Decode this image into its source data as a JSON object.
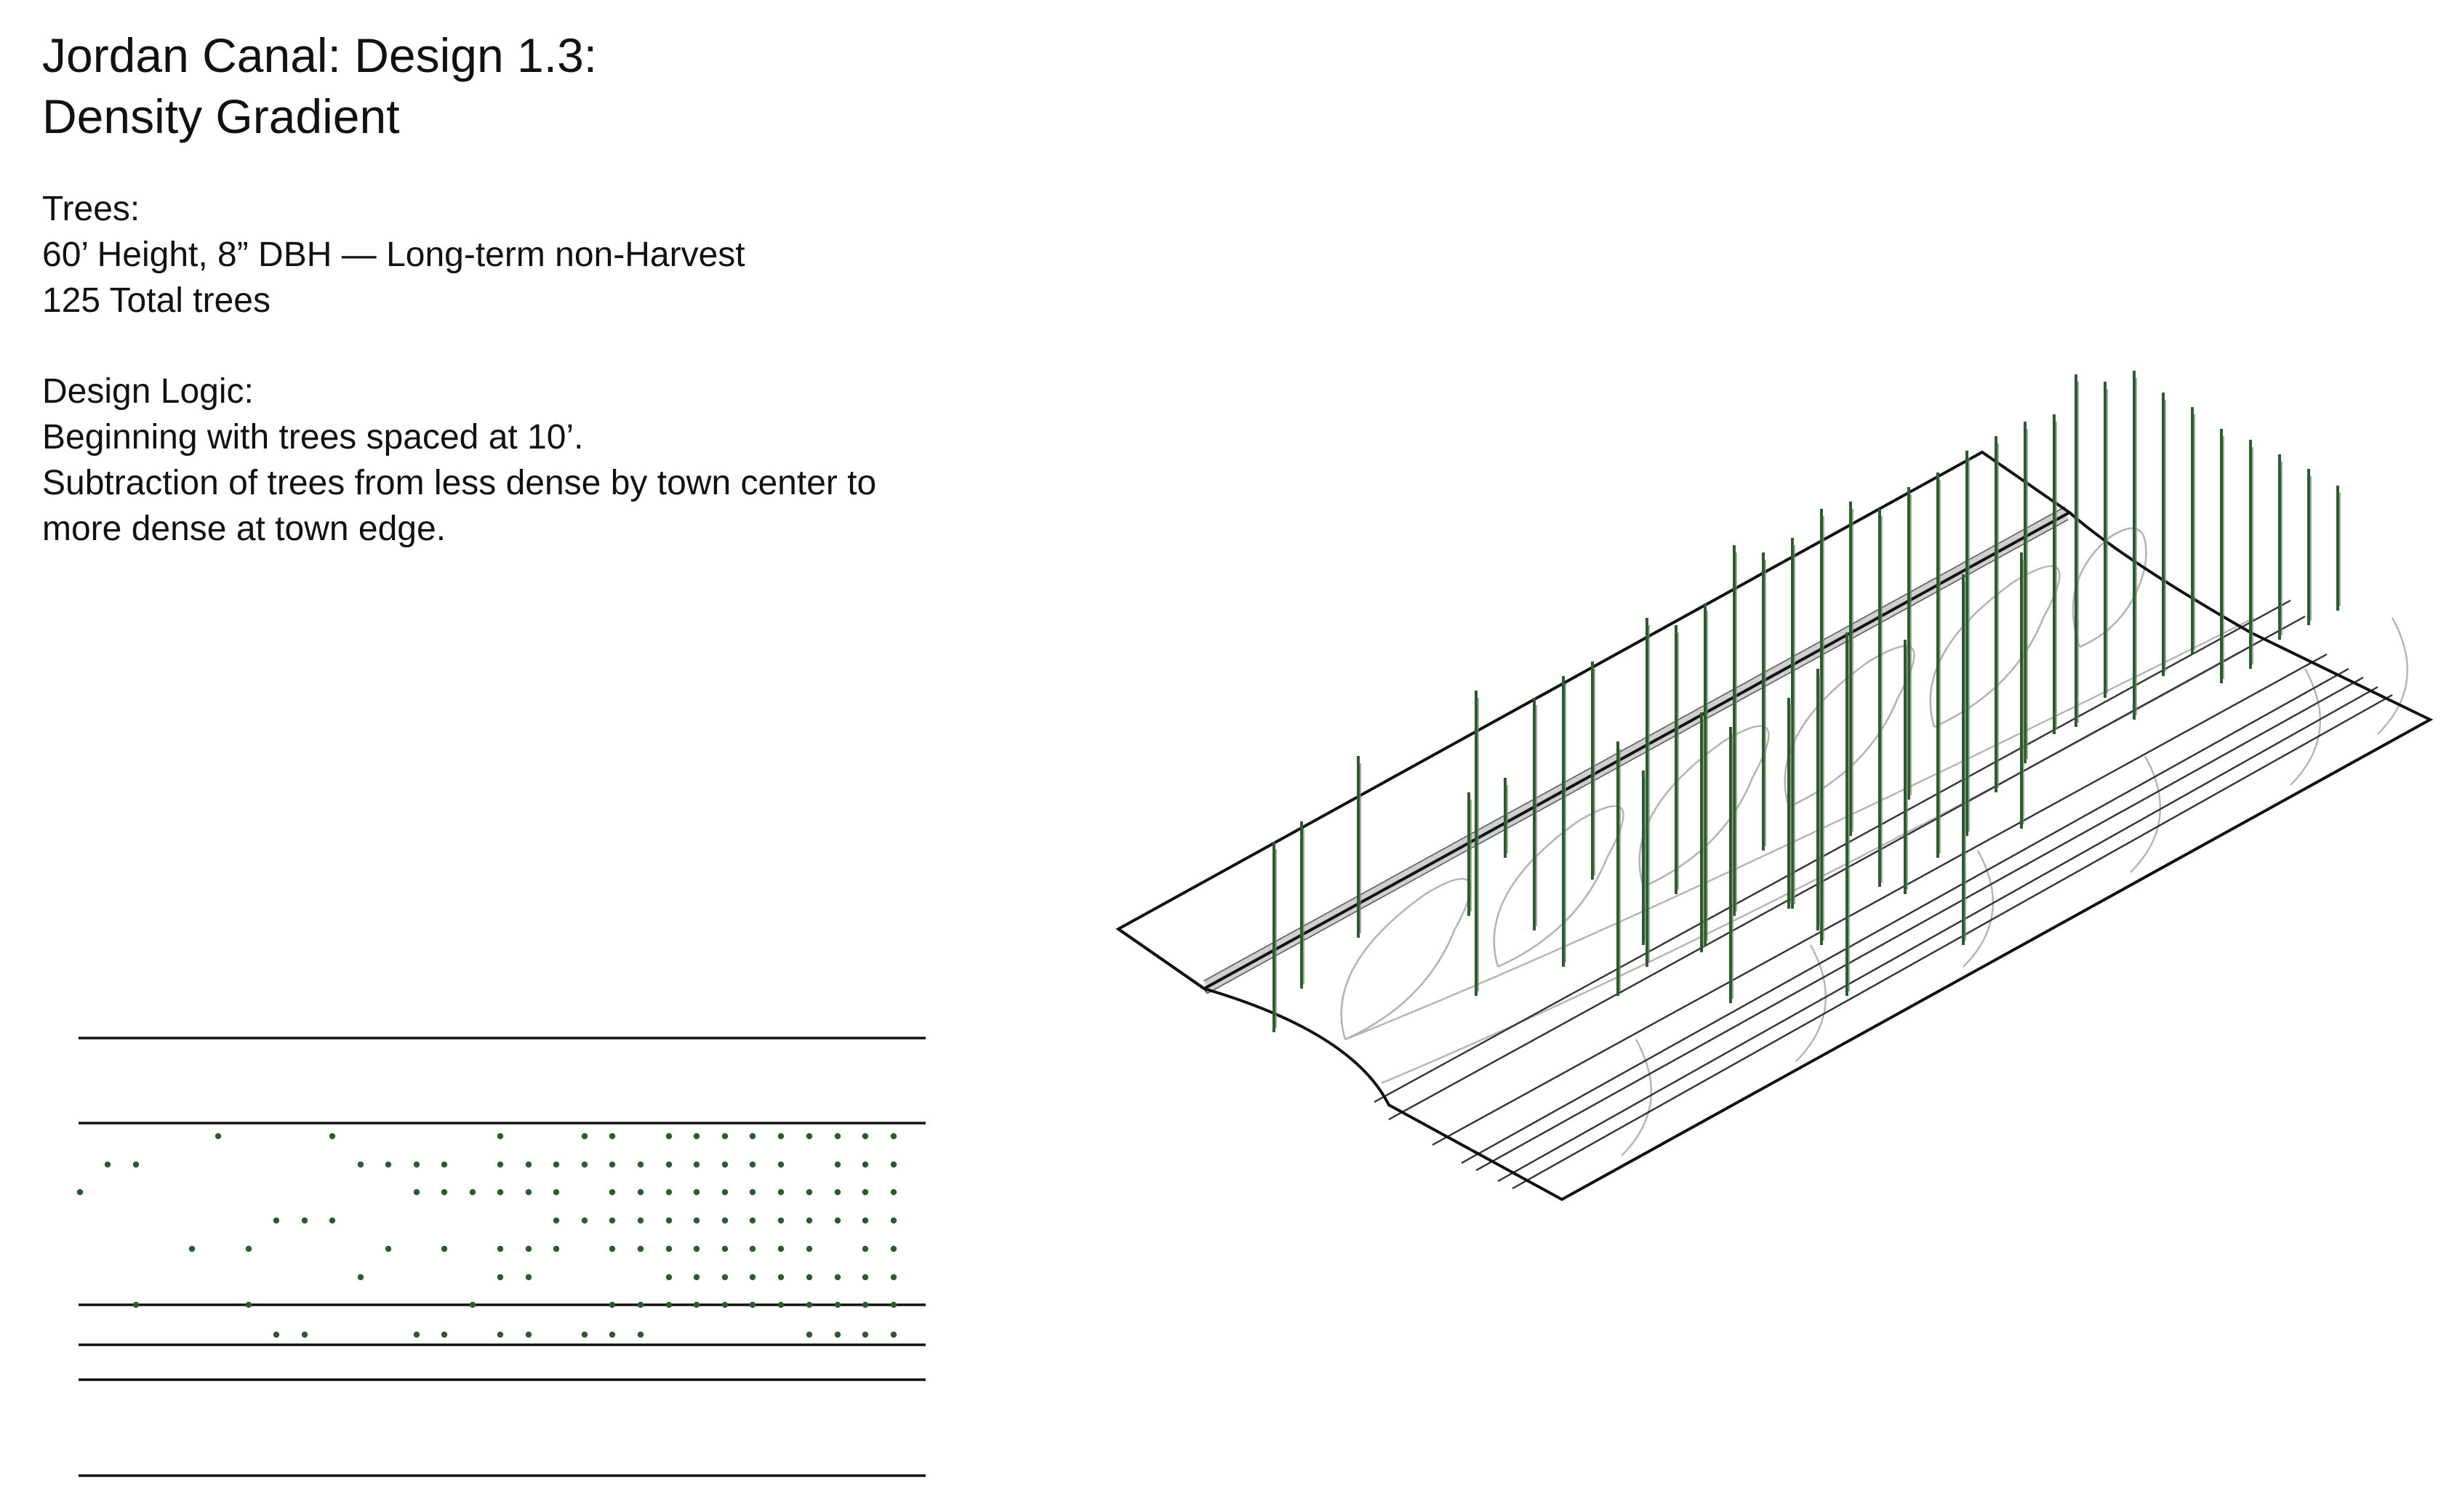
{
  "title": {
    "line1": "Jordan Canal: Design 1.3:",
    "line2": "Density Gradient"
  },
  "trees": {
    "heading": "Trees:",
    "spec": "60’ Height, 8” DBH — Long-term non-Harvest",
    "total": "125 Total trees"
  },
  "design_logic": {
    "heading": "Design Logic:",
    "line1": "Beginning with trees spaced at 10’.",
    "line2": "Subtraction of trees from less dense by town center to",
    "line3": "more dense at town edge."
  },
  "colors": {
    "tree": "#2f5a2f",
    "tree_light": "#6a8f6a",
    "outline": "#111111",
    "contour": "#b4b4b4",
    "text": "#111111"
  }
}
